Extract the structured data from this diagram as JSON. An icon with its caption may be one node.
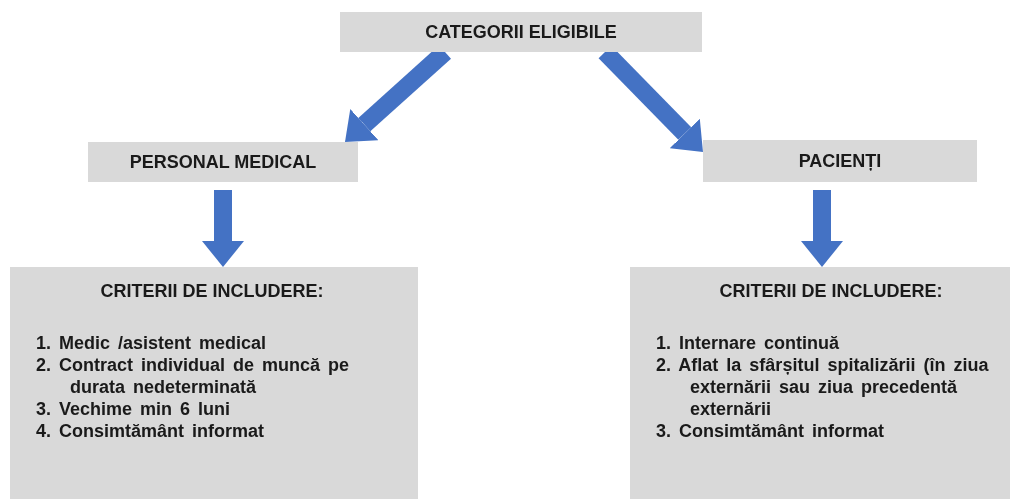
{
  "diagram": {
    "nodes": [
      {
        "text": [
          "CATEGORII ELIGIBILE"
        ]
      },
      {
        "text": [
          "PERSONAL MEDICAL"
        ]
      },
      {
        "text": [
          "PACIENȚI"
        ]
      },
      {
        "text": [
          "CRITERII DE INCLUDERE:",
          "1. Medic /asistent medical",
          "2. Contract individual de muncă pe durata nedeterminată",
          "3. Vechime min 6 luni",
          "4. Consimtământ informat"
        ]
      },
      {
        "text": [
          "CRITERII DE INCLUDERE:",
          "1. Internare continuă",
          "2. Aflat la sfârșitul spitalizării (în ziua externării sau ziua precedentă externării",
          "3. Consimtământ informat"
        ]
      }
    ],
    "edges": [
      {
        "from": 0,
        "to": 1,
        "arrow": "to"
      },
      {
        "from": 0,
        "to": 2,
        "arrow": "to"
      },
      {
        "from": 1,
        "to": 3,
        "arrow": "to"
      },
      {
        "from": 2,
        "to": 4,
        "arrow": "to"
      }
    ]
  }
}
